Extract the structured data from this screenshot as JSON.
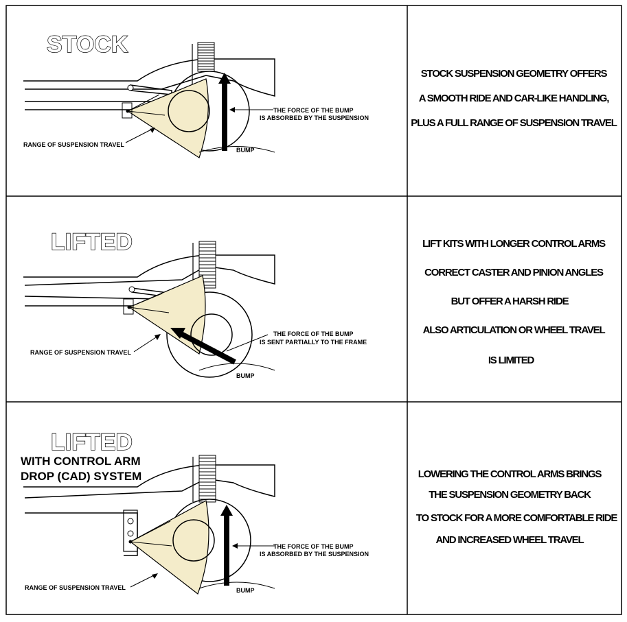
{
  "colors": {
    "sector_fill": "#f4ecca",
    "line": "#000000",
    "background": "#ffffff"
  },
  "panels": [
    {
      "title": "STOCK",
      "subtitle_lines": [],
      "force_label_lines": [
        "THE FORCE OF THE BUMP",
        "IS ABSORBED BY THE SUSPENSION"
      ],
      "range_label": "RANGE OF SUSPENSION TRAVEL",
      "bump_label": "BUMP",
      "description_lines": [
        "STOCK SUSPENSION GEOMETRY OFFERS",
        "A SMOOTH RIDE AND CAR-LIKE HANDLING,",
        "PLUS  A FULL RANGE OF SUSPENSION TRAVEL"
      ]
    },
    {
      "title": "LIFTED",
      "subtitle_lines": [],
      "force_label_lines": [
        "THE FORCE OF THE BUMP",
        "IS SENT PARTIALLY TO THE FRAME"
      ],
      "range_label": "RANGE OF SUSPENSION TRAVEL",
      "bump_label": "BUMP",
      "description_lines": [
        "LIFT KITS WITH LONGER CONTROL ARMS",
        "CORRECT CASTER  AND  PINION ANGLES",
        "BUT OFFER A HARSH RIDE",
        "ALSO ARTICULATION OR WHEEL TRAVEL",
        "IS LIMITED"
      ]
    },
    {
      "title": "LIFTED",
      "subtitle_lines": [
        "WITH CONTROL ARM",
        "DROP (CAD) SYSTEM"
      ],
      "force_label_lines": [
        "THE FORCE OF THE BUMP",
        "IS ABSORBED BY THE SUSPENSION"
      ],
      "range_label": "RANGE OF SUSPENSION TRAVEL",
      "bump_label": "BUMP",
      "description_lines": [
        "LOWERING THE CONTROL ARMS BRINGS",
        "THE SUSPENSION GEOMETRY BACK",
        "TO STOCK FOR A MORE COMFORTABLE RIDE",
        "AND INCREASED WHEEL TRAVEL"
      ]
    }
  ]
}
